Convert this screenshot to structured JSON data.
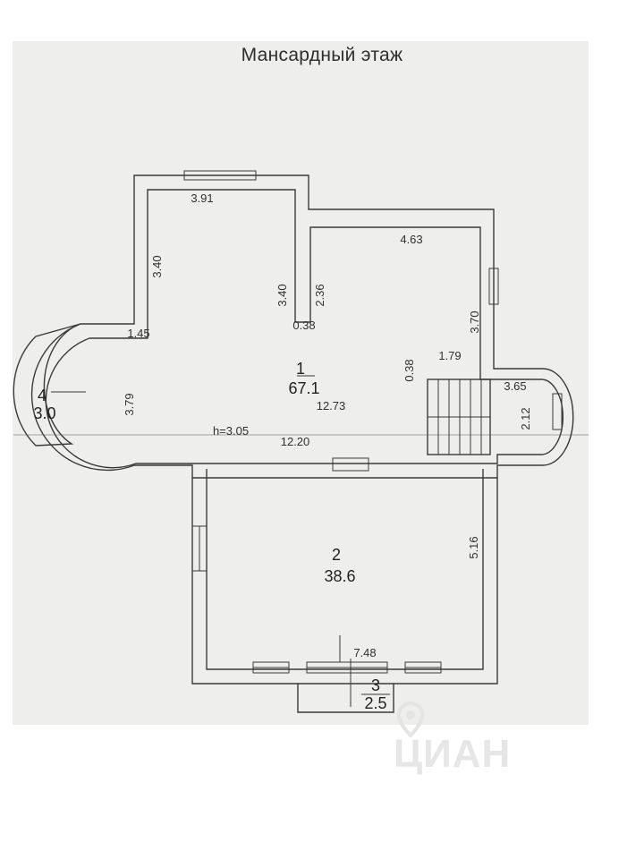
{
  "title": "Мансардный этаж",
  "rooms": [
    {
      "number": "1",
      "area": "67.1"
    },
    {
      "number": "2",
      "area": "38.6"
    },
    {
      "number": "3",
      "area": "2.5"
    },
    {
      "number": "4",
      "area": "3.0"
    }
  ],
  "dimensions": {
    "d_3_91": "3.91",
    "d_4_63": "4.63",
    "d_3_40_left": "3.40",
    "d_3_40_mid": "3.40",
    "d_2_36": "2.36",
    "d_0_38_top": "0.38",
    "d_1_45": "1.45",
    "d_3_70": "3.70",
    "d_0_38_side": "0.38",
    "d_1_79": "1.79",
    "d_3_65": "3.65",
    "d_2_12": "2.12",
    "d_3_79": "3.79",
    "d_12_73": "12.73",
    "d_12_20": "12.20",
    "height": "h=3.05",
    "d_5_16": "5.16",
    "d_7_48": "7.48"
  },
  "watermark": "ЦИАН",
  "colors": {
    "wall": "#3a3a3a",
    "sheet": "#eeeeec",
    "ink": "#303030"
  }
}
